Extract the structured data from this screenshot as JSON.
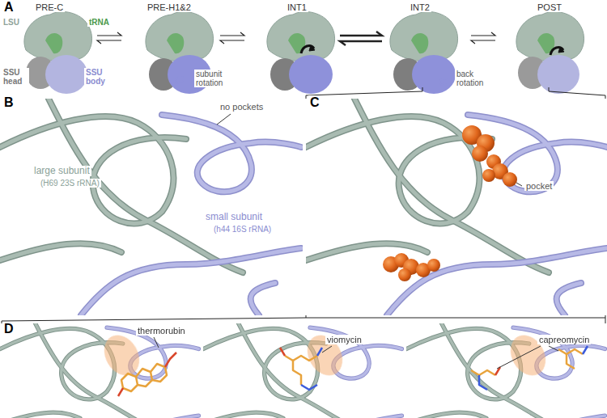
{
  "diagram": {
    "labels": [
      "A",
      "PRE-C",
      "PRE-H1&2",
      "INT1",
      "INT2",
      "POST",
      "LSU",
      "tRNA",
      "SSU head",
      "SSU body",
      "subunit rotation",
      "back rotation",
      "B",
      "large subunit",
      "(H69 23S rRNA)",
      "small subunit",
      "(h44 16S rRNA)",
      "no pockets",
      "C",
      "pocket",
      "D",
      "thermorubin",
      "viomycin",
      "capreomycin"
    ]
  }
}
